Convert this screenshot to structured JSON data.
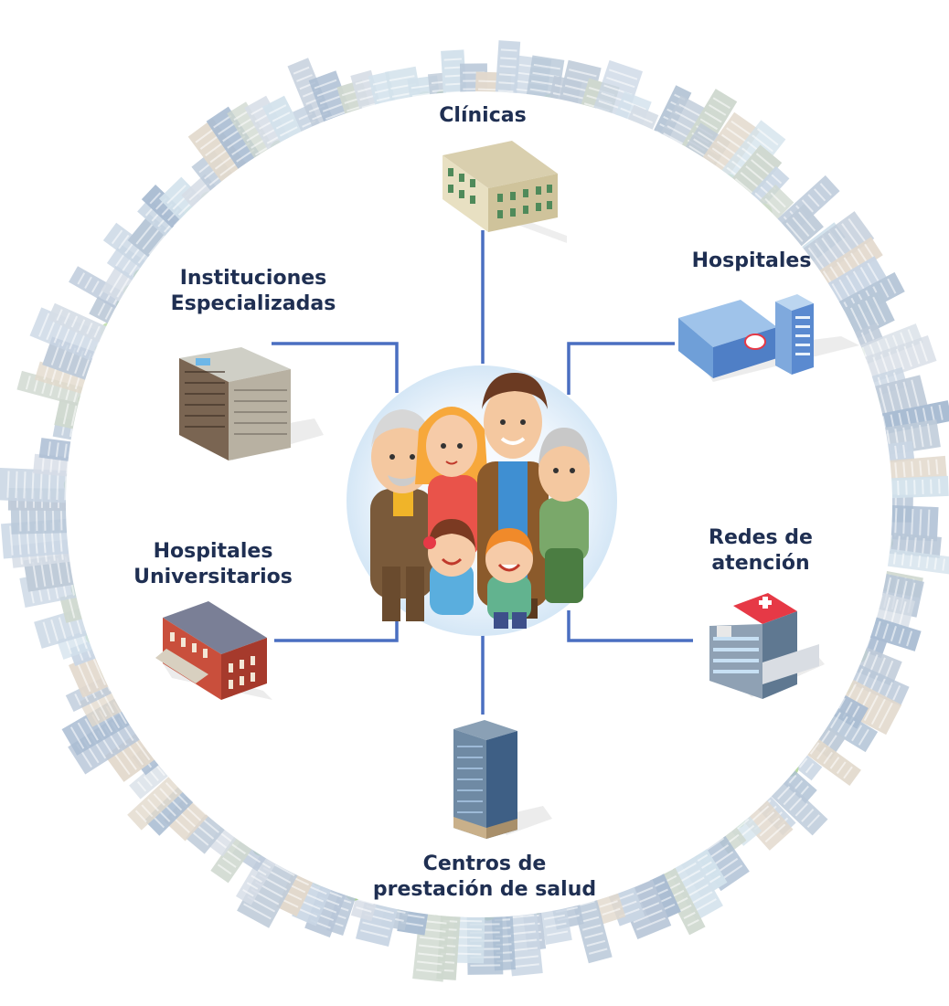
{
  "colors": {
    "label": "#1f2f52",
    "connector": "#4a6fc1",
    "ring_buildings": "#c9d6e4",
    "center_circle": "#dbeaf7"
  },
  "center": {
    "icon": "family-icon"
  },
  "nodes": [
    {
      "id": "clinicas",
      "lines": [
        "Clínicas"
      ],
      "icon": "clinic-building-icon"
    },
    {
      "id": "hospitales",
      "lines": [
        "Hospitales"
      ],
      "icon": "hospital-building-icon"
    },
    {
      "id": "instituciones",
      "lines": [
        "Instituciones",
        "Especializadas"
      ],
      "icon": "office-tower-icon"
    },
    {
      "id": "universitarios",
      "lines": [
        "Hospitales",
        "Universitarios"
      ],
      "icon": "university-building-icon"
    },
    {
      "id": "redes",
      "lines": [
        "Redes de",
        "atención"
      ],
      "icon": "care-network-building-icon"
    },
    {
      "id": "centros",
      "lines": [
        "Centros de",
        "prestación de salud"
      ],
      "icon": "skyscraper-icon"
    }
  ]
}
